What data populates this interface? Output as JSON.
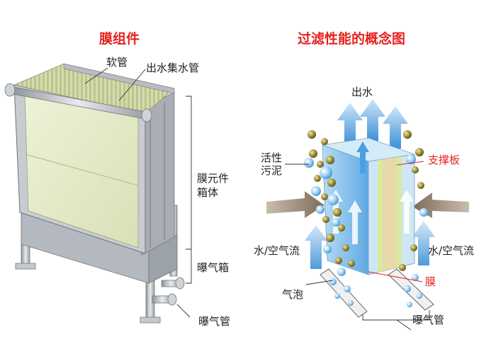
{
  "left": {
    "title": "膜组件",
    "labels": {
      "hose": "软管",
      "outlet_header": "出水集水管",
      "element_box": "膜元件\n箱体",
      "aeration_box": "曝气箱",
      "aeration_pipe": "曝气管"
    }
  },
  "right": {
    "title": "过滤性能的概念图",
    "labels": {
      "outflow": "出水",
      "sludge": "活性\n污泥",
      "support_plate": "支撑板",
      "flow_left": "水/空气流",
      "flow_right": "水/空气流",
      "membrane": "膜",
      "bubbles": "气泡",
      "aeration_pipe": "曝气管"
    }
  },
  "colors": {
    "title": "#e5231f",
    "text": "#222222",
    "membrane_panel": "#e6eccd",
    "frame": "#bfc3c8",
    "arrow_blue": "#8ec3ea",
    "arrow_brown": "#9a8a78",
    "support_plate": "#e8d9a8",
    "bubble": "#6eb6e8",
    "sludge_particle": "#8a7a2e"
  }
}
